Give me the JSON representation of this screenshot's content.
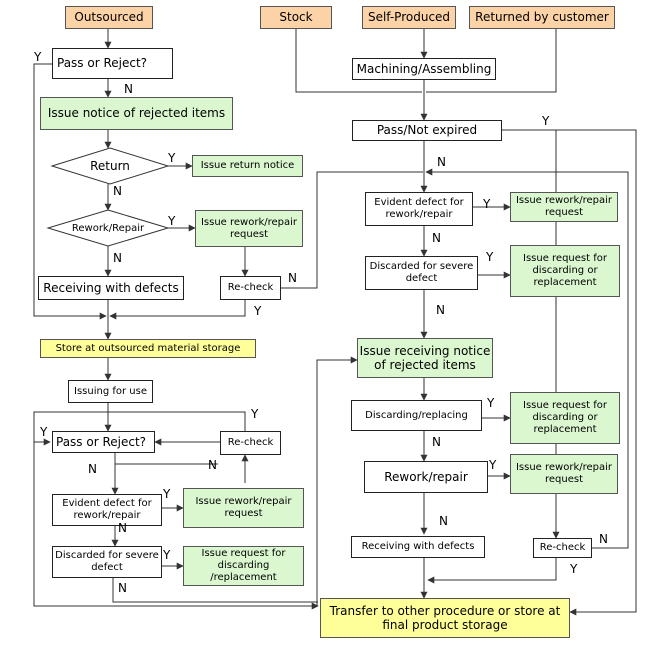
{
  "sources": {
    "outsourced": "Outsourced",
    "stock": "Stock",
    "self_produced": "Self-Produced",
    "returned": "Returned by customer"
  },
  "left": {
    "pass_reject": "Pass or Reject?",
    "issue_notice_rejected": "Issue notice of rejected items",
    "return": "Return",
    "issue_return_notice": "Issue return notice",
    "rework_repair": "Rework/Repair",
    "issue_rework_request": "Issue rework/repair request",
    "receiving_defects": "Receiving with defects",
    "recheck": "Re-check",
    "store_outsourced": "Store at outsourced material storage",
    "issuing_for_use": "Issuing for use",
    "pass_reject_2": "Pass or Reject?",
    "recheck_2": "Re-check",
    "evident_defect": "Evident defect for rework/repair",
    "issue_rework_request_2": "Issue    rework/repair request",
    "discarded_severe": "Discarded for severe defect",
    "issue_discarding_request": "Issue request for discarding /replacement"
  },
  "right": {
    "machining": "Machining/Assembling",
    "pass_not_expired": "Pass/Not expired",
    "evident_defect": "Evident defect for rework/repair",
    "issue_rework_request": "Issue rework/repair request",
    "discarded_severe": "Discarded for severe defect",
    "issue_discarding_request": "Issue request for discarding or replacement",
    "issue_receiving_notice": "Issue receiving notice of rejected items",
    "discarding_replacing": "Discarding/replacing",
    "issue_discarding_request_2": "Issue request for discarding or replacement",
    "rework_repair": "Rework/repair",
    "issue_rework_request_2": "Issue rework/repair request",
    "receiving_defects": "Receiving with defects",
    "recheck": "Re-check"
  },
  "final": {
    "transfer": "Transfer to other procedure or store at final product storage"
  },
  "branch": {
    "yes": "Y",
    "no": "N"
  },
  "colors": {
    "source_fill": "#fbd3a6",
    "action_fill": "#dbf7d0",
    "store_fill": "#ffff99",
    "line": "#333333"
  }
}
